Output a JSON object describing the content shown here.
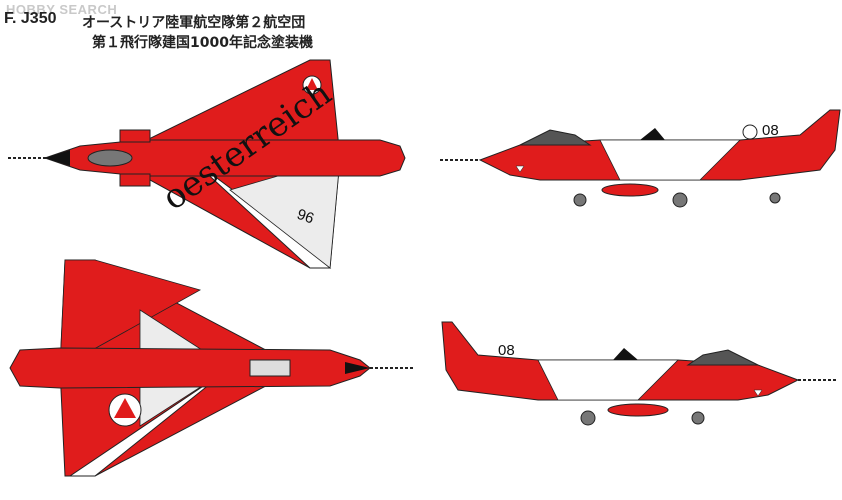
{
  "header": {
    "watermark": "HOBBY SEARCH",
    "code": "F. J350",
    "line1": "オーストリア陸軍航空隊第２航空団",
    "line2": "第１飛行隊建国1000年記念塗装機"
  },
  "markings": {
    "script_text": "oesterreich",
    "tail_number": "08",
    "wing_number": "96"
  },
  "colors": {
    "red": "#e01c1c",
    "white": "#ffffff",
    "panel_gray": "#d7d7d7",
    "outline": "#222222"
  }
}
